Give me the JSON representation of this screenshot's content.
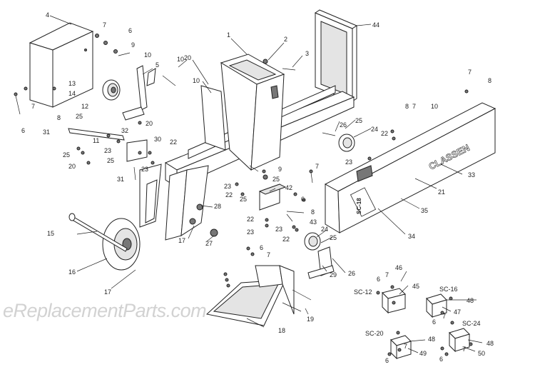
{
  "watermark": "eReplacementParts.com",
  "brand": {
    "hood_logo": "CLASSEN",
    "hood_model": "SC-18"
  },
  "callouts": {
    "c1": "1",
    "c2": "2",
    "c3": "3",
    "c4": "4",
    "c5": "5",
    "c6a": "6",
    "c6b": "6",
    "c6c": "6",
    "c6d": "6",
    "c6e": "6",
    "c6f": "6",
    "c6g": "6",
    "c7a": "7",
    "c7b": "7",
    "c7c": "7",
    "c7d": "7",
    "c7e": "7",
    "c7f": "7",
    "c7g": "7",
    "c7h": "7",
    "c7i": "7",
    "c7j": "7",
    "c7k": "7",
    "c8a": "8",
    "c8b": "8",
    "c8c": "8",
    "c8d": "8",
    "c9a": "9",
    "c9b": "9",
    "c10a": "10",
    "c10b": "10",
    "c10c": "10",
    "c10d": "10",
    "c11": "11",
    "c12": "12",
    "c13": "13",
    "c14": "14",
    "c15": "15",
    "c16": "16",
    "c17a": "17",
    "c17b": "17",
    "c18": "18",
    "c19": "19",
    "c20a": "20",
    "c20b": "20",
    "c20c": "20",
    "c21": "21",
    "c22a": "22",
    "c22b": "22",
    "c22c": "22",
    "c22d": "22",
    "c22e": "22",
    "c23a": "23",
    "c23b": "23",
    "c23c": "23",
    "c23d": "23",
    "c23e": "23",
    "c23f": "23",
    "c24a": "24",
    "c24b": "24",
    "c25a": "25",
    "c25b": "25",
    "c25c": "25",
    "c25d": "25",
    "c25e": "25",
    "c25f": "25",
    "c26a": "26",
    "c26b": "26",
    "c27": "27",
    "c28": "28",
    "c29": "29",
    "c30": "30",
    "c31a": "31",
    "c31b": "31",
    "c32": "32",
    "c33": "33",
    "c34": "34",
    "c35": "35",
    "c42": "42",
    "c43": "43",
    "c44": "44",
    "c45": "45",
    "c46": "46",
    "c47": "47",
    "c48a": "48",
    "c48b": "48",
    "c48c": "48",
    "c49": "49",
    "c50": "50"
  },
  "subassemblies": {
    "sc12": "SC-12",
    "sc16": "SC-16",
    "sc20": "SC-20",
    "sc24": "SC-24"
  }
}
